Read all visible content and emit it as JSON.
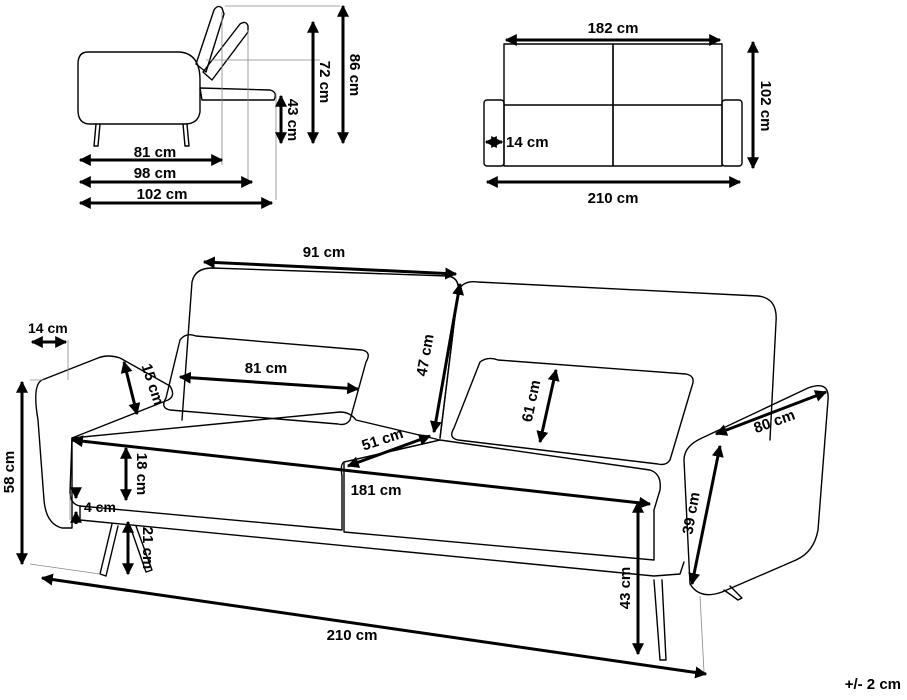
{
  "tolerance": "+/- 2 cm",
  "side_view": {
    "seat_depth": "81 cm",
    "reclined_depth": "98 cm",
    "total_depth": "102 cm",
    "seat_height": "43 cm",
    "back_height": "72 cm",
    "total_height": "86 cm"
  },
  "top_view": {
    "inner_width": "182 cm",
    "depth": "102 cm",
    "arm_width": "14 cm",
    "total_width": "210 cm"
  },
  "front_view": {
    "back_cushion_width": "91 cm",
    "arm_width": "14 cm",
    "pillow_width": "81 cm",
    "pillow_height": "15 cm",
    "back_height": "47 cm",
    "pillow2_height": "61 cm",
    "seat_depth": "51 cm",
    "seat_width": "181 cm",
    "armrest_length": "80 cm",
    "arm_height": "39 cm",
    "total_height": "58 cm",
    "cushion_thickness": "18 cm",
    "clearance": "4 cm",
    "leg_height": "21 cm",
    "seat_height": "43 cm",
    "total_width": "210 cm"
  }
}
